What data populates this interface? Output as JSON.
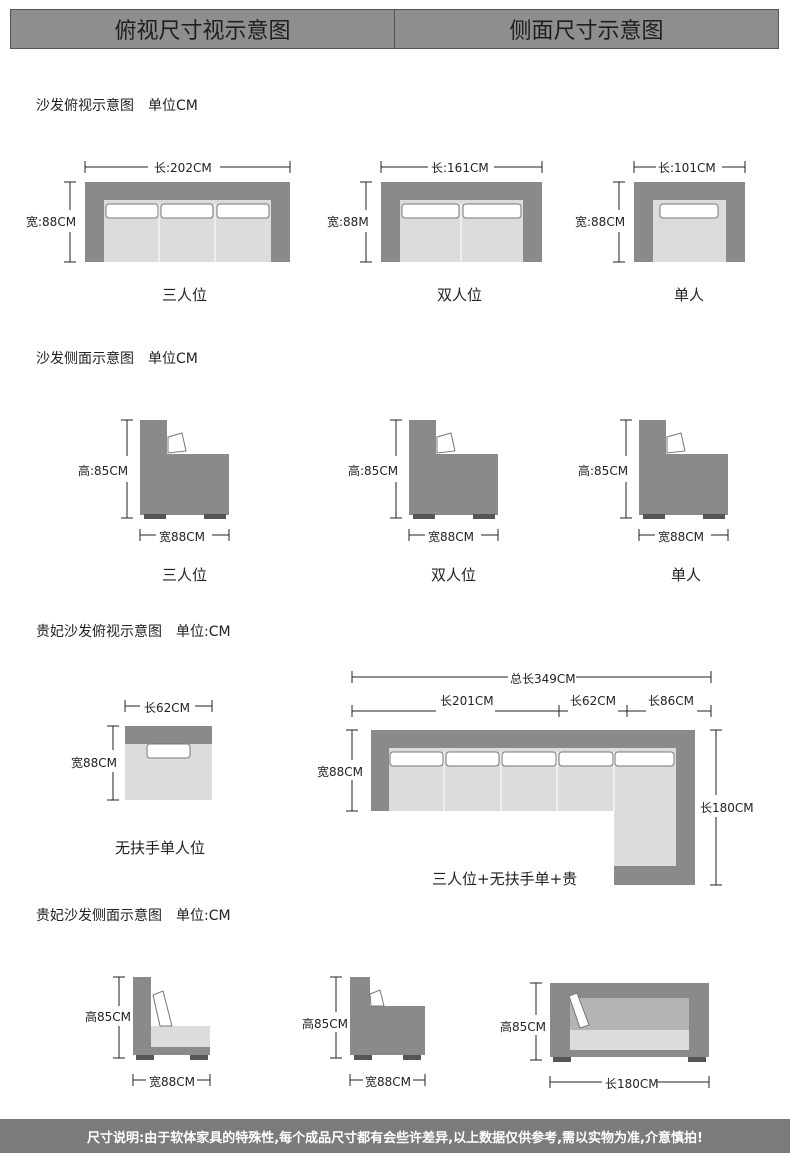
{
  "header": {
    "left_title": "俯视尺寸视示意图",
    "right_title": "侧面尺寸示意图"
  },
  "sections": {
    "top_view": "沙发俯视示意图　单位CM",
    "side_view": "沙发侧面示意图　单位CM",
    "chaise_top_view": "贵妃沙发俯视示意图　单位:CM",
    "chaise_side_view": "贵妃沙发侧面示意图　单位:CM"
  },
  "top_view": {
    "three_seat": {
      "length": "长:202CM",
      "width": "宽:88CM",
      "caption": "三人位"
    },
    "two_seat": {
      "length": "长:161CM",
      "width": "宽:88M",
      "caption": "双人位"
    },
    "single": {
      "length": "长:101CM",
      "width": "宽:88CM",
      "caption": "单人"
    }
  },
  "side_view": {
    "three_seat": {
      "height": "高:85CM",
      "width": "宽88CM",
      "caption": "三人位"
    },
    "two_seat": {
      "height": "高:85CM",
      "width": "宽88CM",
      "caption": "双人位"
    },
    "single": {
      "height": "高:85CM",
      "width": "宽88CM",
      "caption": "单人"
    }
  },
  "chaise_top": {
    "armless_single": {
      "length": "长62CM",
      "width": "宽88CM",
      "caption": "无扶手单人位"
    },
    "sectional": {
      "total_length": "总长349CM",
      "seg1": "长201CM",
      "seg2": "长62CM",
      "seg3": "长86CM",
      "width": "宽88CM",
      "depth": "长180CM",
      "caption": "三人位+无扶手单+贵"
    }
  },
  "chaise_side": {
    "a": {
      "height": "高85CM",
      "width": "宽88CM"
    },
    "b": {
      "height": "高85CM",
      "width": "宽88CM"
    },
    "c": {
      "height": "高85CM",
      "length": "长180CM"
    }
  },
  "footer": {
    "note": "尺寸说明:由于软体家具的特殊性,每个成品尺寸都有会些许差异,以上数据仅供参考,需以实物为准,介意慎拍!"
  },
  "colors": {
    "frame": "#8a8a8a",
    "seat": "#dcdcdc",
    "cushion": "#ffffff",
    "leg": "#555555",
    "header": "#8e8e8e",
    "footer": "#7b7b7b"
  }
}
